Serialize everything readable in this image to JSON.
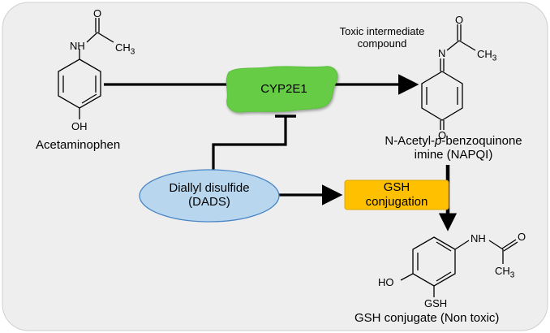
{
  "diagram": {
    "enzyme_label": "CYP2E1",
    "inhibitor_line1": "Diallyl disulfide",
    "inhibitor_line2": "(DADS)",
    "gsh_line1": "GSH",
    "gsh_line2": "conjugation",
    "substrate_label": "Acetaminophen",
    "toxic_note_line1": "Toxic intermediate",
    "toxic_note_line2": "compound",
    "napqi_prefix": "N-Acetyl-",
    "napqi_italic": "p",
    "napqi_suffix": "-benzoquinone",
    "napqi_line2": "imine (NAPQI)",
    "product_label": "GSH conjugate (Non toxic)",
    "atoms": {
      "nh": "NH",
      "n": "N",
      "o": "O",
      "oh": "OH",
      "ho": "HO",
      "ch3": "CH3",
      "ch3_sub": "3",
      "ch": "CH",
      "gsh": "GSH"
    },
    "colors": {
      "panel": "#eeeeee",
      "enzyme": "#66cc44",
      "inhibitor": "#b8d7ef",
      "gsh_box": "#ffc000"
    }
  }
}
